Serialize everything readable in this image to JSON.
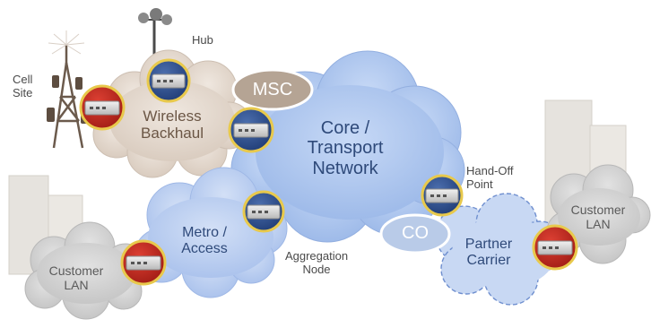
{
  "labels": {
    "cell_site": "Cell\nSite",
    "hub": "Hub",
    "wireless_backhaul": "Wireless\nBackhaul",
    "msc": "MSC",
    "core_transport": "Core /\nTransport\nNetwork",
    "hand_off_point": "Hand-Off\nPoint",
    "co": "CO",
    "customer_lan_right": "Customer\nLAN",
    "partner_carrier": "Partner\nCarrier",
    "metro_access": "Metro /\nAccess",
    "aggregation_node": "Aggregation\nNode",
    "customer_lan_left": "Customer\nLAN"
  },
  "colors": {
    "core_cloud": "#a9c3ee",
    "metro_cloud": "#b9cdef",
    "partner_cloud": "#c4d5f2",
    "backhaul_cloud": "#e2d7cc",
    "customer_cloud": "#cfcfcf",
    "msc_pill": "#b9a99a",
    "co_pill": "#b8c9e6",
    "device_blue": "#2e4d8c",
    "device_red": "#c0281f",
    "device_ring": "#e7c84a",
    "building": "#e4e1dc"
  }
}
